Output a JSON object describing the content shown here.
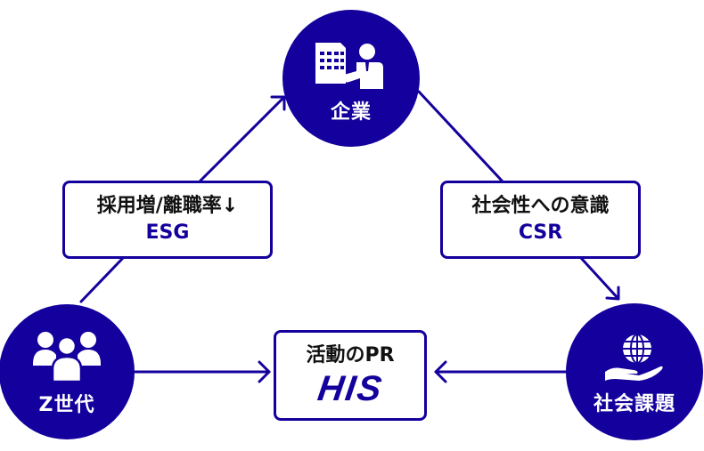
{
  "colors": {
    "primary": "#14009c",
    "text": "#111111",
    "background": "#ffffff"
  },
  "nodes": {
    "company": {
      "label": "企業",
      "icon": "office-presenter-icon"
    },
    "gen_z": {
      "label": "Z世代",
      "icon": "people-group-icon"
    },
    "social_issues": {
      "label": "社会課題",
      "icon": "globe-in-hand-icon"
    }
  },
  "boxes": {
    "esg": {
      "main": "採用増/離職率↓",
      "sub": "ESG"
    },
    "csr": {
      "main": "社会性への意識",
      "sub": "CSR"
    },
    "pr": {
      "main": "活動のPR",
      "logo": "HIS"
    }
  },
  "edges": [
    {
      "from": "gen_z",
      "to": "company",
      "via": "esg"
    },
    {
      "from": "company",
      "to": "social_issues",
      "via": "csr"
    },
    {
      "from": "gen_z",
      "to": "pr"
    },
    {
      "from": "social_issues",
      "to": "pr"
    }
  ]
}
